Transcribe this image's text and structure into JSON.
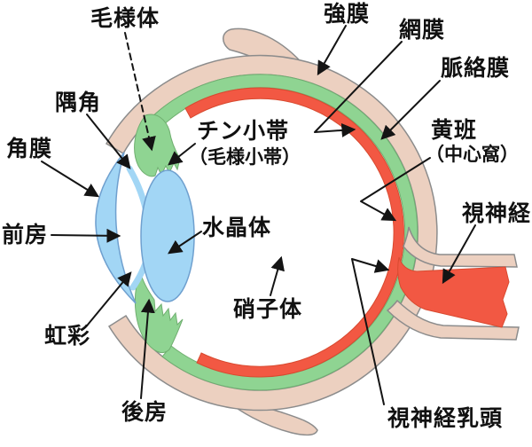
{
  "diagram": {
    "subject": "人間の眼球の断面図",
    "labels": {
      "ciliary_body": "毛様体",
      "angle": "隅角",
      "cornea": "角膜",
      "anterior_chamber": "前房",
      "iris": "虹彩",
      "posterior_chamber": "後房",
      "zonule_line1": "チン小帯",
      "zonule_line2": "（毛様小帯）",
      "lens": "水晶体",
      "vitreous": "硝子体",
      "sclera": "強膜",
      "retina": "網膜",
      "choroid": "脈絡膜",
      "macula_line1": "黄班",
      "macula_line2": "（中心窩）",
      "optic_nerve": "視神経",
      "optic_disc": "視神経乳頭"
    },
    "colors": {
      "sclera_fill": "#ecd0c0",
      "choroid_fill": "#8fd492",
      "retina_fill": "#f25843",
      "cornea_lens_fill": "#a2d6f5",
      "blue_outline": "#6fa0cf",
      "gray_outline": "#8c8c8c",
      "arrow_color": "#141414",
      "text_color": "#111111",
      "background": "#ffffff"
    }
  }
}
